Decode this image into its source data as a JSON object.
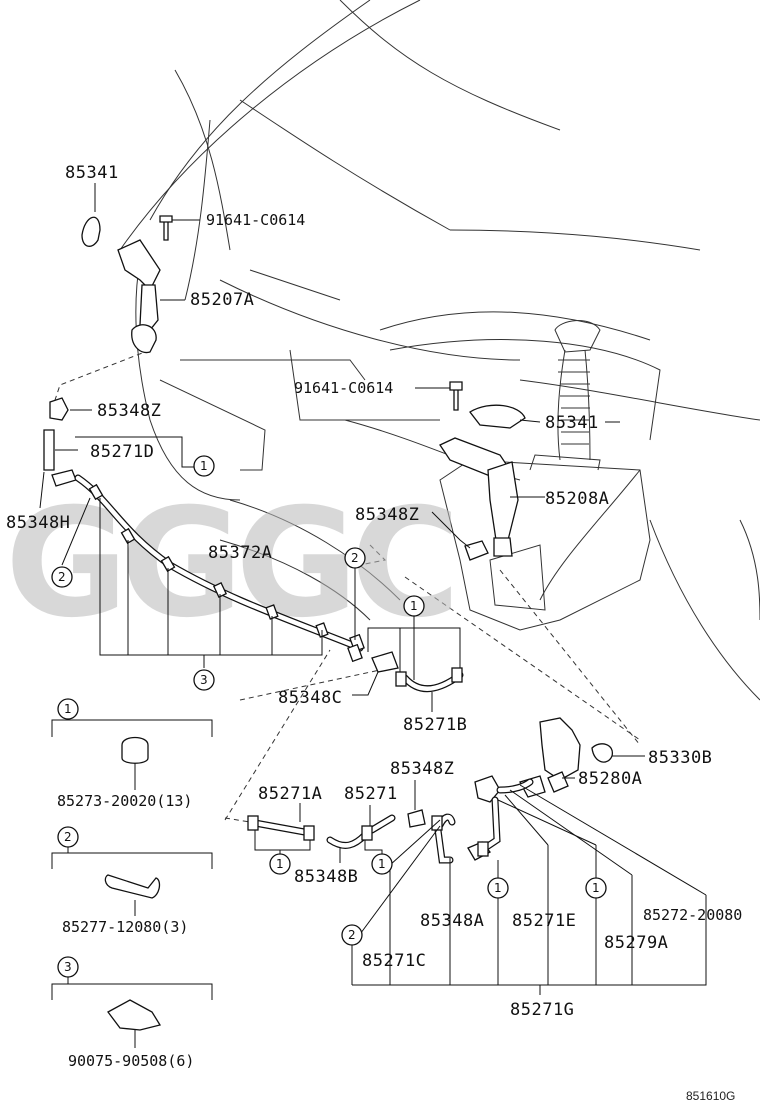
{
  "diagram": {
    "watermark": "GGGC",
    "drawing_code": "851610G",
    "labels": {
      "p85341_left": "85341",
      "p91641_top": "91641-C0614",
      "p85207A": "85207A",
      "p91641_mid": "91641-C0614",
      "p85341_right": "85341",
      "p85348Z_left": "85348Z",
      "p85271D": "85271D",
      "p85348H": "85348H",
      "p85208A": "85208A",
      "p85348Z_mid": "85348Z",
      "p85372A": "85372A",
      "p85348C": "85348C",
      "p85271B": "85271B",
      "p85330B": "85330B",
      "p85348Z_low": "85348Z",
      "p85280A": "85280A",
      "p85271A": "85271A",
      "p85271": "85271",
      "p85348B": "85348B",
      "p85348A": "85348A",
      "p85271E": "85271E",
      "p85272": "85272-20080",
      "p85279A": "85279A",
      "p85271C": "85271C",
      "p85271G": "85271G"
    },
    "legend": [
      {
        "num": "1",
        "part": "85273-20020(13)"
      },
      {
        "num": "2",
        "part": "85277-12080(3)"
      },
      {
        "num": "3",
        "part": "90075-90508(6)"
      }
    ],
    "callouts": {
      "c1": "1",
      "c2": "2",
      "c3": "3"
    }
  }
}
